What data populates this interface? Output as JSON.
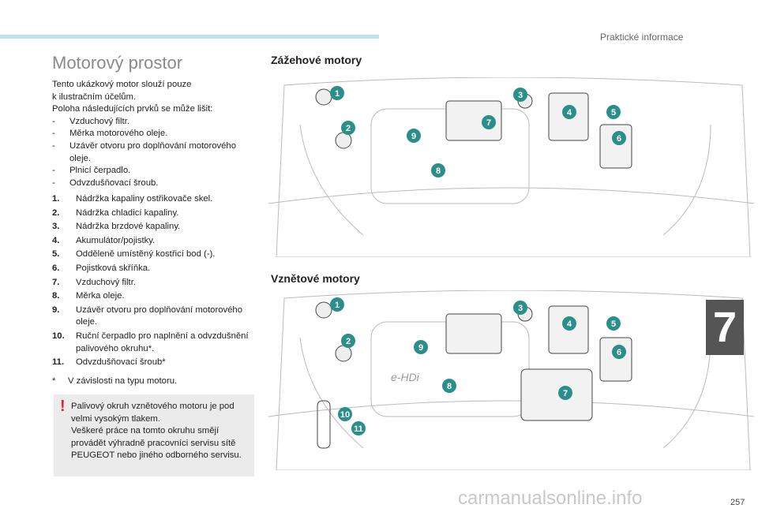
{
  "header": {
    "section": "Praktické informace",
    "page_number": "257",
    "chapter": "7"
  },
  "title": "Motorový prostor",
  "intro": {
    "lines": [
      "Tento ukázkový motor slouží pouze",
      "k ilustračním účelům.",
      "Poloha následujících prvků se může lišit:"
    ],
    "items": [
      "Vzduchový filtr.",
      "Měrka motorového oleje.",
      "Uzávěr otvoru pro doplňování motorového oleje.",
      "Plnicí čerpadlo.",
      "Odvzdušňovací šroub."
    ]
  },
  "legend": [
    {
      "n": "1.",
      "t": "Nádržka kapaliny ostřikovače skel."
    },
    {
      "n": "2.",
      "t": "Nádržka chladicí kapaliny."
    },
    {
      "n": "3.",
      "t": "Nádržka brzdové kapaliny."
    },
    {
      "n": "4.",
      "t": "Akumulátor/pojistky."
    },
    {
      "n": "5.",
      "t": "Odděleně umístěný kostřicí bod (-)."
    },
    {
      "n": "6.",
      "t": "Pojistková skříňka."
    },
    {
      "n": "7.",
      "t": "Vzduchový filtr."
    },
    {
      "n": "8.",
      "t": "Měrka oleje."
    },
    {
      "n": "9.",
      "t": "Uzávěr otvoru pro doplňování motorového oleje."
    },
    {
      "n": "10.",
      "t": "Ruční čerpadlo pro naplnění a odvzdušnění palivového okruhu*."
    },
    {
      "n": "11.",
      "t": "Odvzdušňovací šroub*"
    }
  ],
  "footnote": {
    "mark": "*",
    "text": "V závislosti na typu motoru."
  },
  "warning": {
    "icon": "!",
    "lines": [
      "Palivový okruh vznětového motoru je pod velmi vysokým tlakem.",
      "Veškeré práce na tomto okruhu smějí provádět výhradně pracovníci servisu sítě PEUGEOT nebo jiného odborného servisu."
    ]
  },
  "sections": {
    "petrol": "Zážehové motory",
    "diesel": "Vznětové motory"
  },
  "diesel_logo": "e-HDi",
  "watermark": "carmanualsonline.info",
  "colors": {
    "callout": "#2a8f8a",
    "accent_bar": "#bfe1f1",
    "warning": "#e0253a"
  }
}
